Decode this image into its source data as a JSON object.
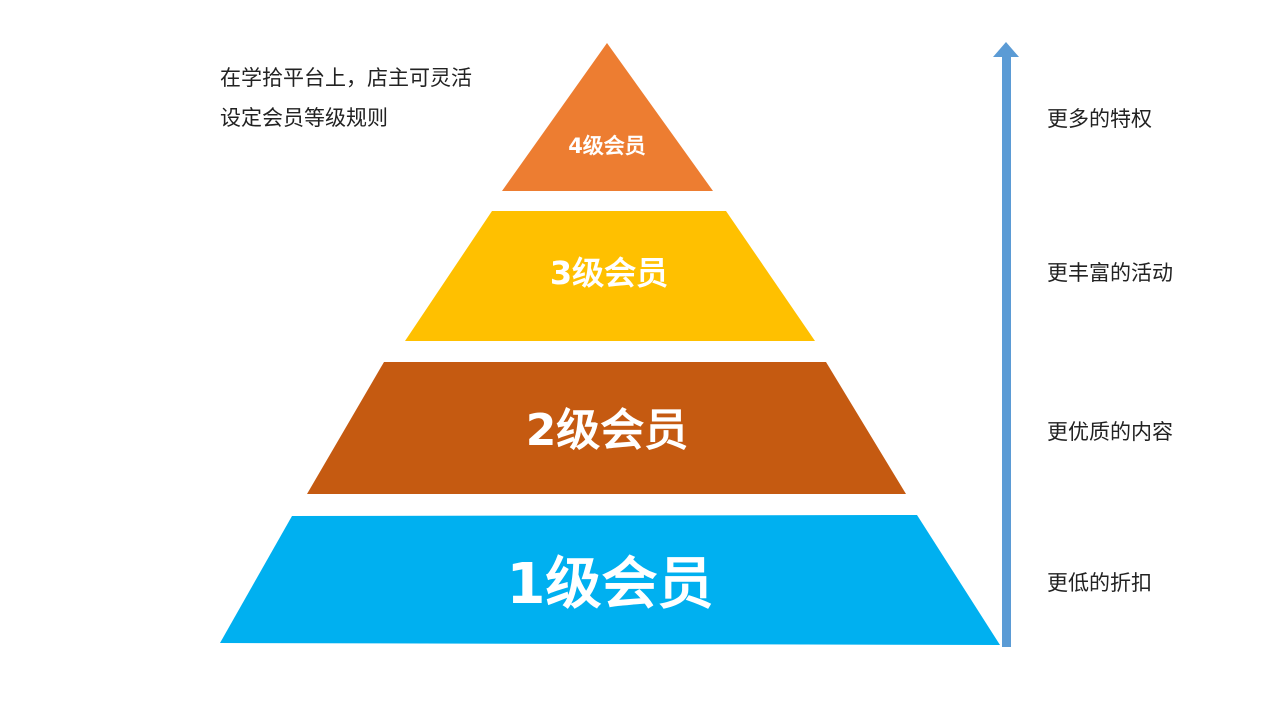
{
  "note": {
    "line1": "在学拾平台上，店主可灵活",
    "line2": "设定会员等级规则"
  },
  "tiers": [
    {
      "label": "4级会员",
      "color": "#ed7d31"
    },
    {
      "label": "3级会员",
      "color": "#ffc000"
    },
    {
      "label": "2级会员",
      "color": "#c55a11"
    },
    {
      "label": "1级会员",
      "color": "#00b0f0"
    }
  ],
  "benefits": [
    "更多的特权",
    "更丰富的活动",
    "更优质的内容",
    "更低的折扣"
  ],
  "arrow_color": "#5b9bd5"
}
